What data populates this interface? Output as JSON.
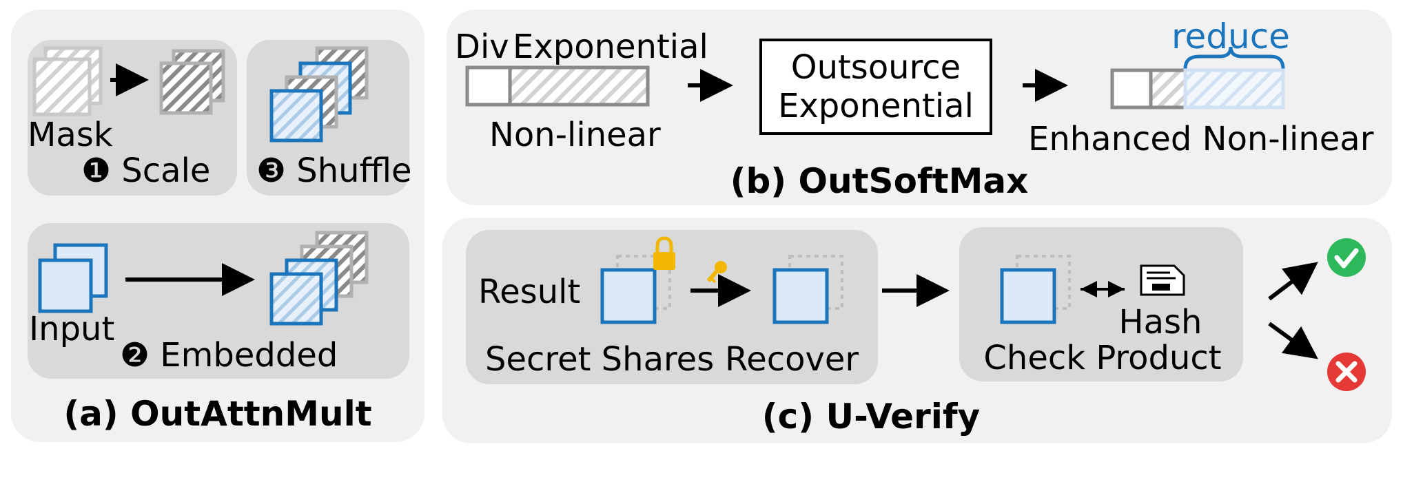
{
  "panel_a": {
    "mask_label": "Mask",
    "scale_label": "❶ Scale",
    "shuffle_label": "❸ Shuffle",
    "input_label": "Input",
    "embedded_label": "❷ Embedded",
    "caption": "(a) OutAttnMult"
  },
  "panel_b": {
    "div_label": "Div",
    "exp_label": "Exponential",
    "nonlinear_label": "Non-linear",
    "outsource_line1": "Outsource",
    "outsource_line2": "Exponential",
    "reduce_label": "reduce",
    "enhanced_label": "Enhanced Non-linear",
    "caption": "(b) OutSoftMax"
  },
  "panel_c": {
    "result_label": "Result",
    "secret_label": "Secret Shares",
    "recover_label": "Recover",
    "hash_label": "Hash",
    "check_label": "Check Product",
    "caption": "(c) U-Verify"
  },
  "colors": {
    "panel_bg": "#f1f1f1",
    "group_bg": "#d9d9d9",
    "blue_stroke": "#1b75bc",
    "blue_fill": "#dceaf7",
    "gray_stroke": "#9e9e9e",
    "reduce_blue": "#1b75bc",
    "lock": "#f2b705",
    "check_green": "#2eb85c",
    "cross_red": "#e53935"
  },
  "icons": [
    "lock-icon",
    "key-icon",
    "hash-document-icon",
    "check-icon",
    "cross-icon"
  ]
}
